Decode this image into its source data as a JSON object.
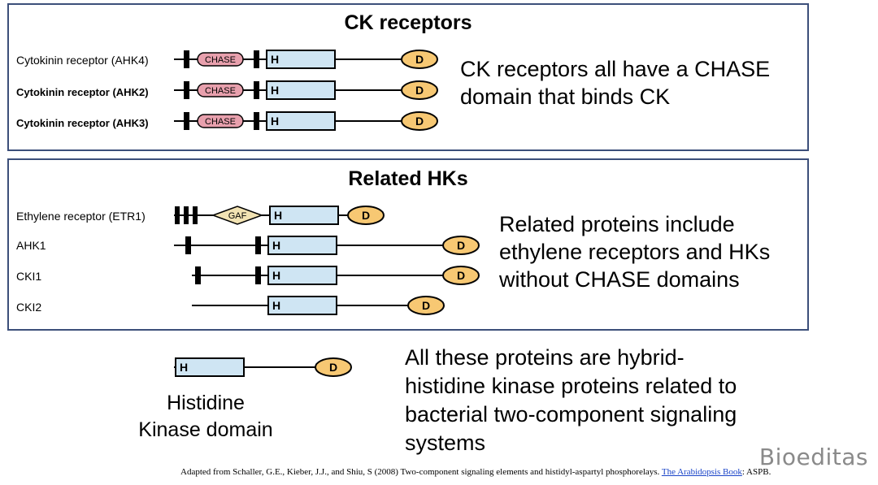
{
  "ck_panel": {
    "title": "CK receptors",
    "rows": [
      {
        "label": "Cytokinin receptor (AHK4)",
        "domains": {
          "chase": "CHASE",
          "h": "H",
          "d": "D"
        }
      },
      {
        "label": "Cytokinin receptor (AHK2)",
        "domains": {
          "chase": "CHASE",
          "h": "H",
          "d": "D"
        }
      },
      {
        "label": "Cytokinin receptor (AHK3)",
        "domains": {
          "chase": "CHASE",
          "h": "H",
          "d": "D"
        }
      }
    ],
    "description": [
      "CK receptors all have a CHASE",
      "domain that binds CK"
    ]
  },
  "hk_panel": {
    "title": "Related HKs",
    "rows": [
      {
        "label": "Ethylene receptor (ETR1)",
        "domains": {
          "gaf": "GAF",
          "h": "H",
          "d": "D"
        }
      },
      {
        "label": "AHK1",
        "domains": {
          "h": "H",
          "d": "D"
        }
      },
      {
        "label": "CKI1",
        "domains": {
          "h": "H",
          "d": "D"
        }
      },
      {
        "label": "CKI2",
        "domains": {
          "h": "H",
          "d": "D"
        }
      }
    ],
    "description": [
      "Related proteins include",
      "ethylene receptors and HKs",
      "without CHASE domains"
    ]
  },
  "bottom": {
    "hk_domain": {
      "h": "H",
      "d": "D"
    },
    "caption": [
      "Histidine",
      "Kinase domain"
    ],
    "description": [
      "All these proteins are hybrid-",
      "histidine kinase proteins related to",
      "bacterial two-component signaling",
      "systems"
    ]
  },
  "brand": "Bioeditas",
  "citation": {
    "text": "Adapted from Schaller, G.E., Kieber, J.J., and Shiu, S (2008) Two-component signaling elements and histidyl-aspartyl phosphorelays.",
    "link": "The Arabidopsis Book",
    "suffix": ": ASPB."
  },
  "colors": {
    "panel_border": "#3c4f7a",
    "chase_fill": "#e8a0ad",
    "h_fill": "#cfe5f3",
    "d_fill": "#f7c873",
    "gaf_fill": "#f2e3b3"
  }
}
